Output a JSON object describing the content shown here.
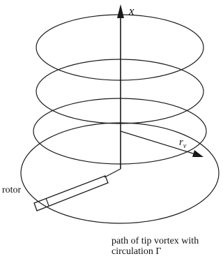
{
  "figure": {
    "axis_label": "x",
    "radius_label": "r",
    "radius_subscript": "v",
    "rotor_label": "rotor",
    "caption_line1": "path of tip vortex with",
    "caption_line2": "circulation Γ",
    "helix_turns": 4
  }
}
